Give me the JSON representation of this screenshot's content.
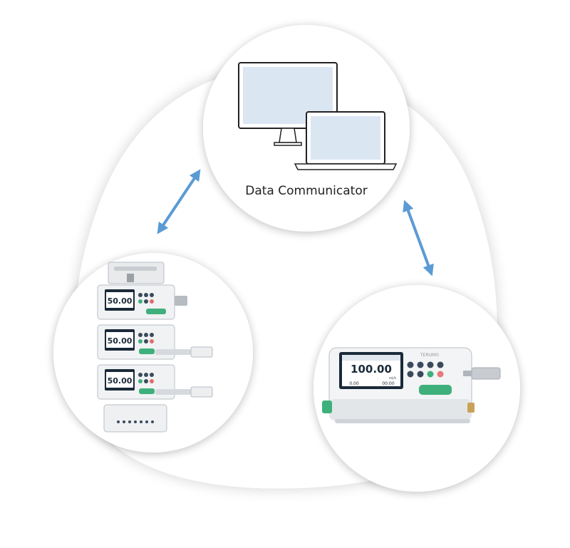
{
  "diagram": {
    "hub_label": "Data Communicator",
    "stack_pump_rates": [
      "50.00",
      "50.00",
      "50.00"
    ],
    "single_pump": {
      "rate": "100.00",
      "unit": "mL/h",
      "volume": "0.00",
      "time": "00:00",
      "brand": "TERUMO"
    }
  },
  "colors": {
    "arrow": "#5b9bd5",
    "accent_green": "#3fb07b",
    "screen_fill": "#dbe6f3",
    "circle_fill": "#ffffff"
  }
}
